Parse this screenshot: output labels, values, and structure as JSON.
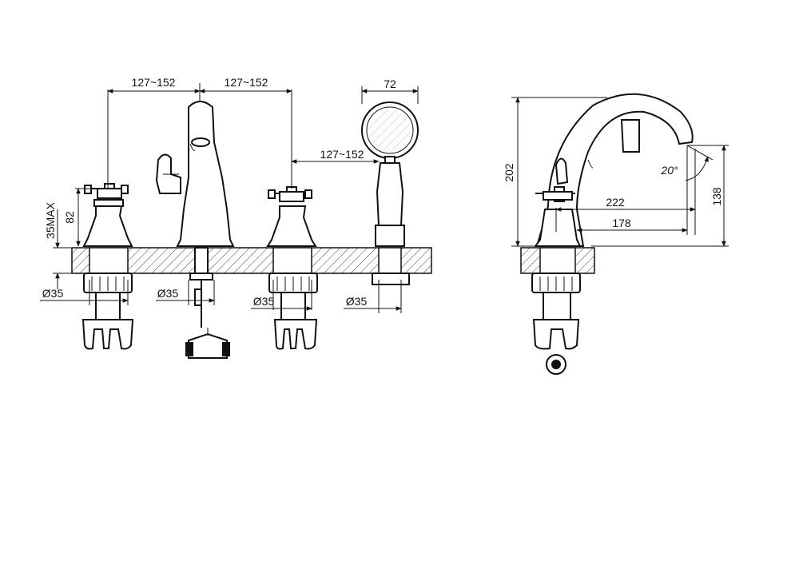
{
  "front_view": {
    "dim_left_spacing": "127~152",
    "dim_right_spacing": "127~152",
    "dim_shower_spacing": "127~152",
    "dim_handset_width": "72",
    "dim_handle_height": "82",
    "dim_deck_thickness": "35MAX",
    "dim_hole_1": "Ø35",
    "dim_hole_2": "Ø35",
    "dim_hole_3": "Ø35",
    "dim_hole_4": "Ø35"
  },
  "side_view": {
    "dim_total_height": "202",
    "dim_outlet_height": "138",
    "dim_reach_222": "222",
    "dim_reach_178": "178",
    "dim_angle": "20°"
  },
  "colors": {
    "line": "#111111",
    "background": "#ffffff"
  }
}
